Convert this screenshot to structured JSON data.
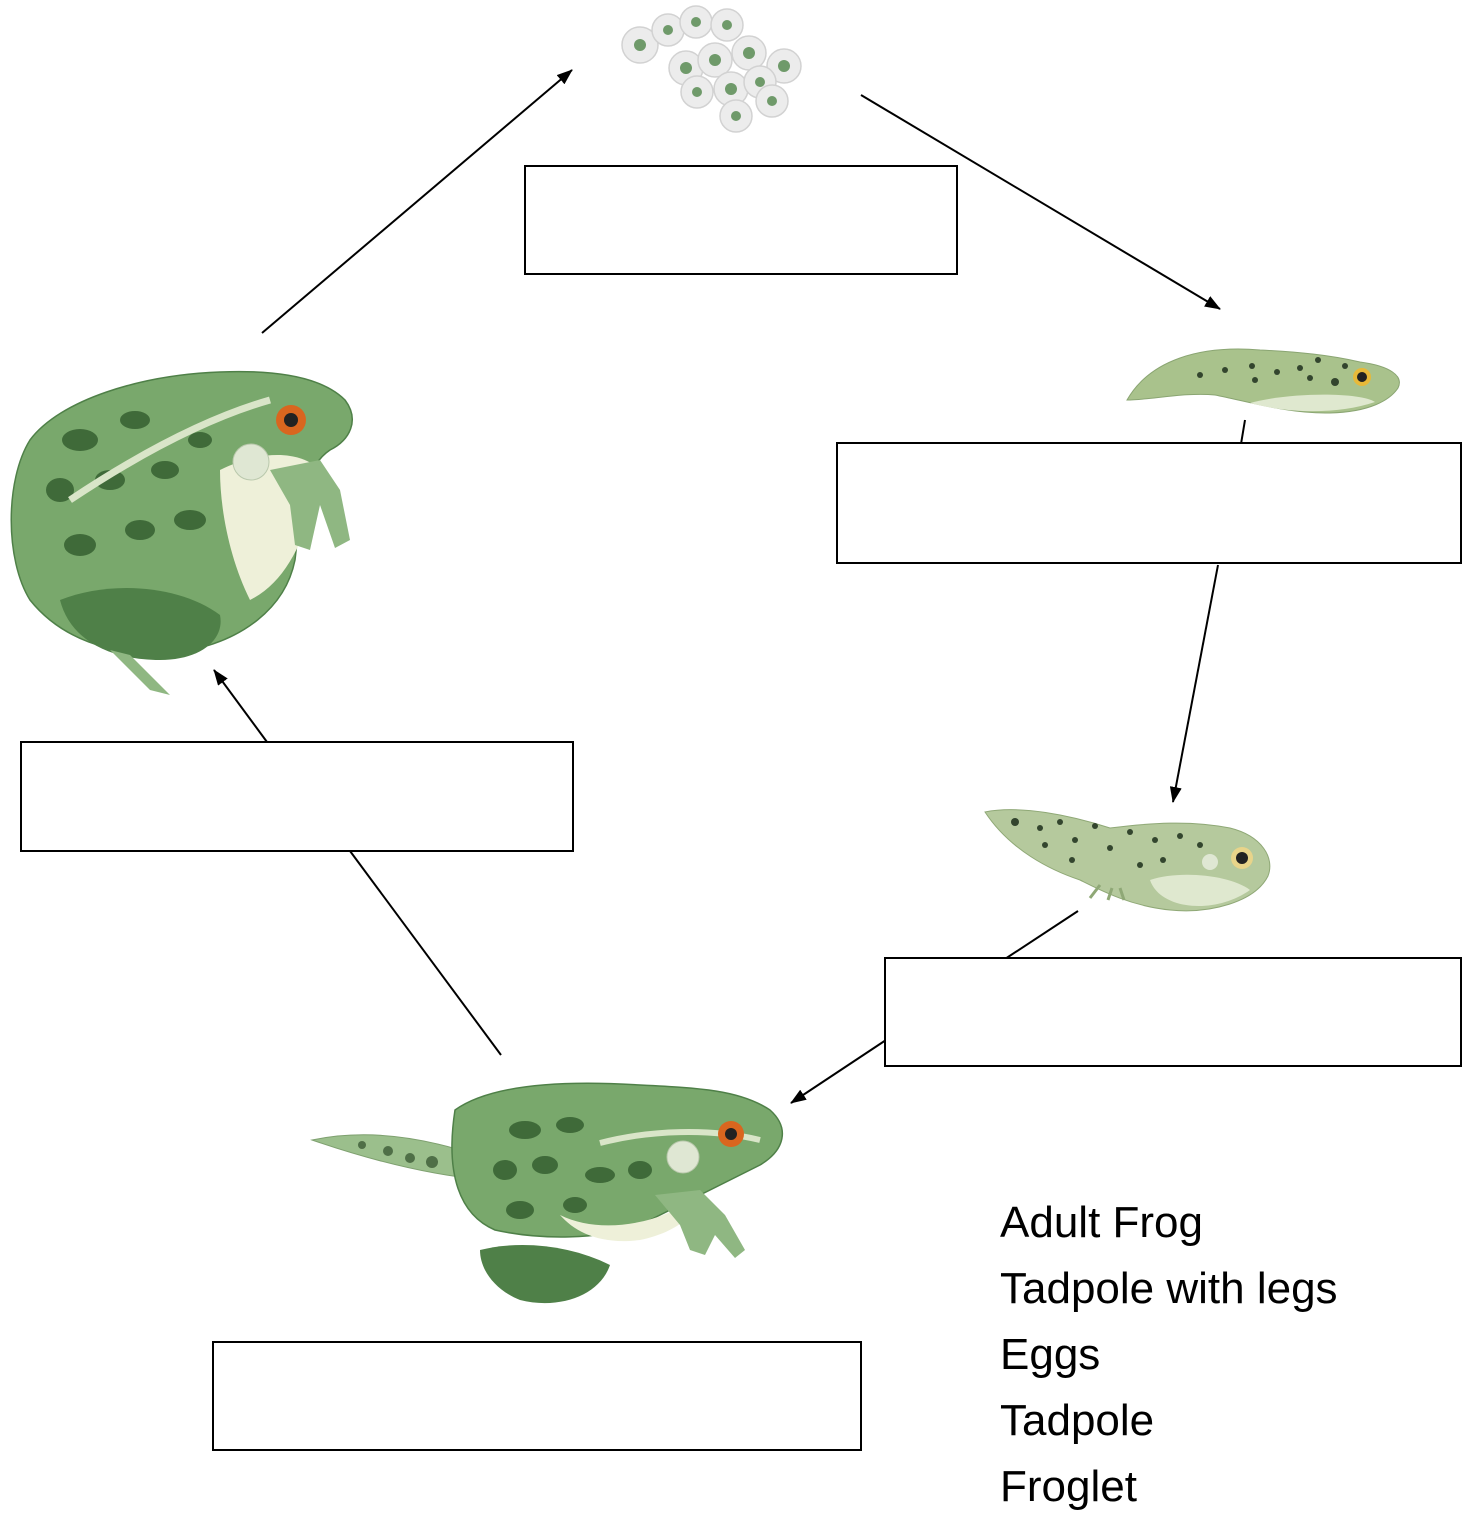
{
  "diagram": {
    "stages": [
      {
        "id": "eggs",
        "label_box_value": ""
      },
      {
        "id": "tadpole",
        "label_box_value": ""
      },
      {
        "id": "tadpole-with-legs",
        "label_box_value": ""
      },
      {
        "id": "froglet",
        "label_box_value": ""
      },
      {
        "id": "adult-frog",
        "label_box_value": ""
      }
    ],
    "colors": {
      "frog_dark": "#4f8048",
      "frog_mid": "#79a86c",
      "frog_light": "#a8c79a",
      "belly": "#eef0d9",
      "eye_iris": "#d9661f",
      "tadpole_body": "#a9c28c",
      "tadpole_belly": "#dfe8cf",
      "spot": "#33452e",
      "egg_shell": "#eaeaea",
      "egg_core": "#6f9a6a"
    }
  },
  "word_bank": {
    "items": [
      "Adult Frog",
      "Tadpole with legs",
      "Eggs",
      "Tadpole",
      "Froglet"
    ]
  }
}
